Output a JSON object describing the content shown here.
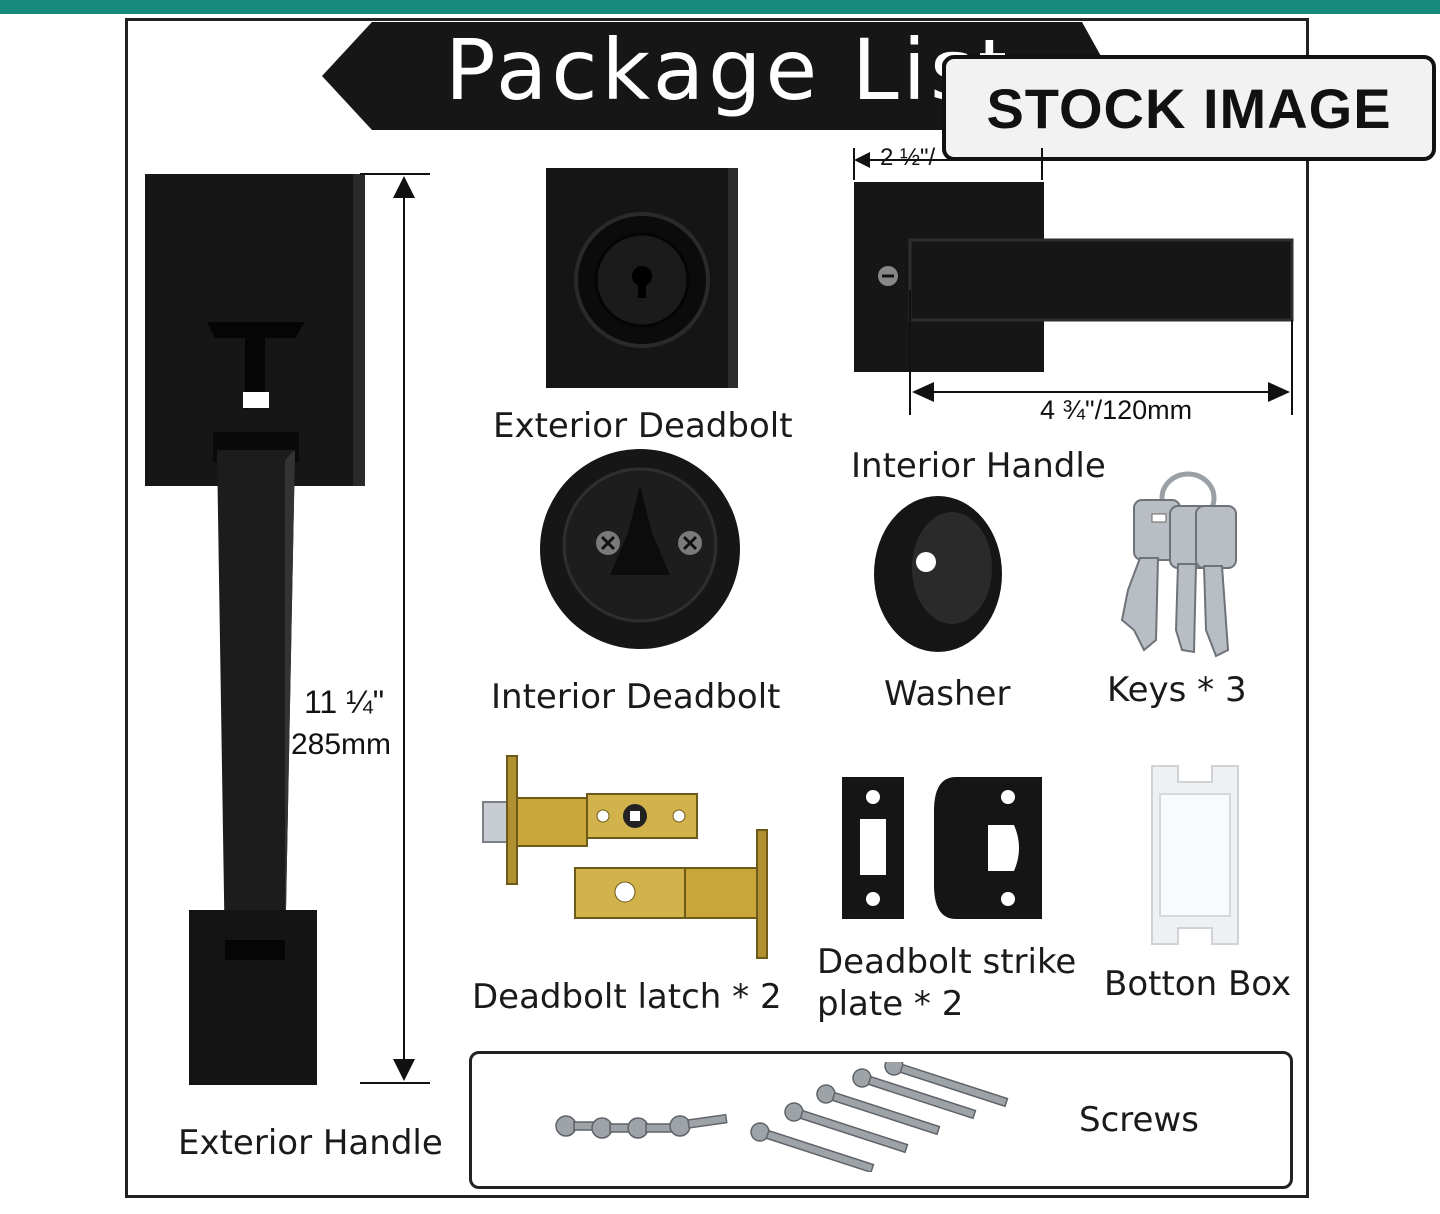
{
  "colors": {
    "accent_bar": "#14897c",
    "matte_black": "#141414",
    "brass": "#c9a63a",
    "steel": "#b9bec4"
  },
  "title": "Package List",
  "stock_badge": "STOCK IMAGE",
  "items": {
    "exterior_handle": "Exterior Handle",
    "exterior_deadbolt": "Exterior Deadbolt",
    "interior_handle": "Interior Handle",
    "interior_deadbolt": "Interior Deadbolt",
    "washer": "Washer",
    "keys": "Keys * 3",
    "deadbolt_latch": "Deadbolt latch * 2",
    "strike_plate_line1": "Deadbolt strike",
    "strike_plate_line2": "plate * 2",
    "botton_box": "Botton Box",
    "screws": "Screws"
  },
  "dimensions": {
    "height_in": "11 ¼\"",
    "height_mm": "285mm",
    "width_small": "2 ½\"/",
    "width_large": "4 ¾\"/120mm"
  }
}
